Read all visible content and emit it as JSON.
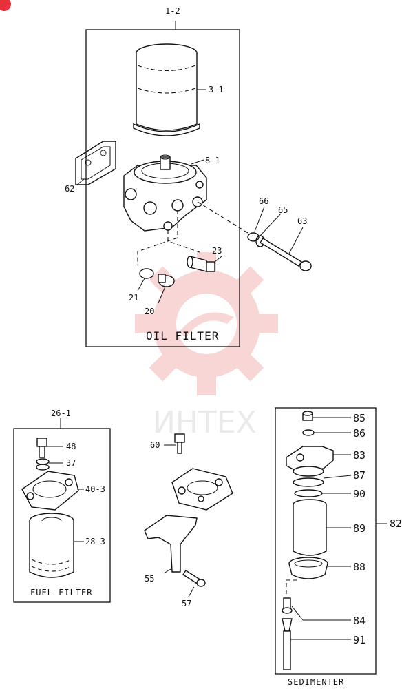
{
  "corner_badge_color": "#e8303a",
  "watermark": {
    "text": "ИНТЕХ",
    "gear_color": "#f3b6b6"
  },
  "oil_filter": {
    "title": "OIL FILTER",
    "assembly_label": "1-2",
    "labels": {
      "filter": "3-1",
      "head": "8-1",
      "gasket": "62",
      "fitting": "23",
      "oring": "21",
      "plug": "20",
      "ring66": "66",
      "washer65": "65",
      "bolt63": "63"
    }
  },
  "fuel_filter": {
    "title": "FUEL FILTER",
    "assembly_label": "26-1",
    "labels": {
      "bolt": "48",
      "washers": "37",
      "head": "40-3",
      "element": "28-3"
    }
  },
  "bracket_group": {
    "labels": {
      "vent": "60",
      "bracket": "55",
      "bolt": "57"
    }
  },
  "sedimenter": {
    "title": "SEDIMENTER",
    "assembly_label": "82",
    "labels": {
      "cap": "85",
      "seal": "86",
      "head": "83",
      "oring87": "87",
      "oring90": "90",
      "bowl": "89",
      "nut": "88",
      "drain": "84",
      "hose": "91"
    }
  }
}
